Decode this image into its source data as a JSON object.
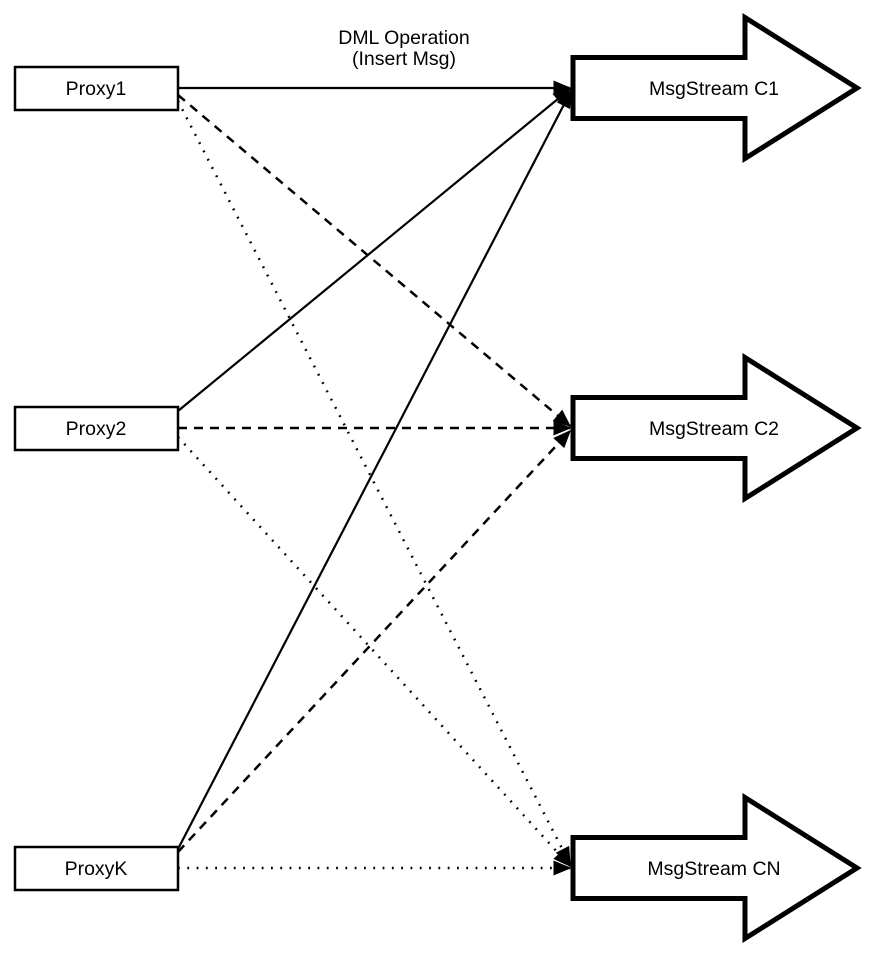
{
  "diagram": {
    "annotation": {
      "line1": "DML Operation",
      "line2": "(Insert Msg)"
    },
    "proxies": [
      {
        "label": "Proxy1"
      },
      {
        "label": "Proxy2"
      },
      {
        "label": "ProxyK"
      }
    ],
    "streams": [
      {
        "label": "MsgStream C1"
      },
      {
        "label": "MsgStream C2"
      },
      {
        "label": "MsgStream CN"
      }
    ],
    "edges": [
      {
        "from": "Proxy1",
        "to": "MsgStream C1",
        "style": "solid",
        "label": "DML Operation (Insert Msg)"
      },
      {
        "from": "Proxy2",
        "to": "MsgStream C1",
        "style": "solid"
      },
      {
        "from": "ProxyK",
        "to": "MsgStream C1",
        "style": "solid"
      },
      {
        "from": "Proxy1",
        "to": "MsgStream C2",
        "style": "dashed"
      },
      {
        "from": "Proxy2",
        "to": "MsgStream C2",
        "style": "dashed"
      },
      {
        "from": "ProxyK",
        "to": "MsgStream C2",
        "style": "dashed"
      },
      {
        "from": "Proxy1",
        "to": "MsgStream CN",
        "style": "dotted"
      },
      {
        "from": "Proxy2",
        "to": "MsgStream CN",
        "style": "dotted"
      },
      {
        "from": "ProxyK",
        "to": "MsgStream CN",
        "style": "dotted"
      }
    ],
    "colors": {
      "ink": "#000000",
      "fill": "#ffffff"
    }
  }
}
